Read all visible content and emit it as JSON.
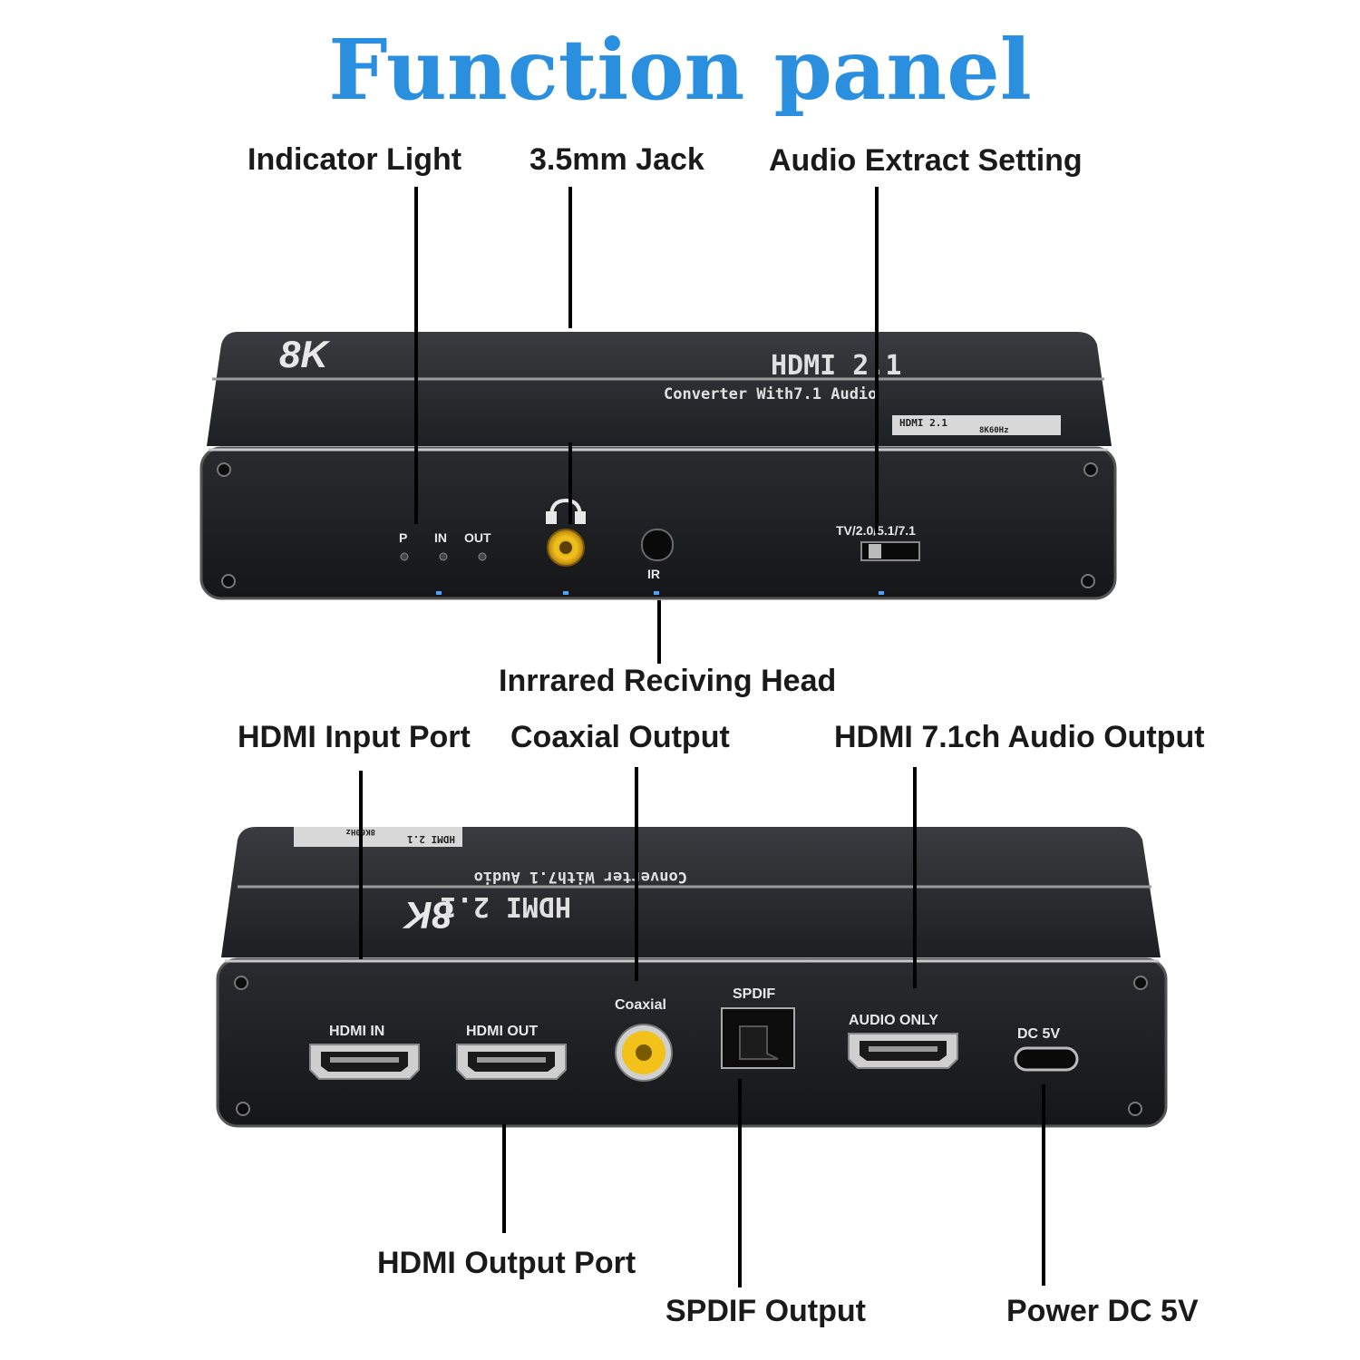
{
  "title": "Function panel",
  "callouts": {
    "indicator_light": "Indicator Light",
    "jack_35mm": "3.5mm Jack",
    "audio_extract_setting": "Audio Extract Setting",
    "infrared_head": "Inrrared Reciving Head",
    "hdmi_input_port": "HDMI Input Port",
    "coaxial_output": "Coaxial Output",
    "hdmi_71_audio_output": "HDMI 7.1ch Audio Output",
    "hdmi_output_port": "HDMI Output Port",
    "spdif_output": "SPDIF Output",
    "power_dc5v": "Power DC 5V"
  },
  "front_panel": {
    "brand_badge": "8K",
    "model": "HDMI 2.1",
    "subtitle": "Converter With7.1 Audio",
    "logo_line1": "HDMI 2.1",
    "logo_line2": "8K60Hz",
    "led_p": "P",
    "led_in": "IN",
    "led_out": "OUT",
    "ir_label": "IR",
    "switch_label": "TV/2.0/5.1/7.1"
  },
  "rear_panel": {
    "brand_badge": "8K",
    "model": "HDMI 2.1",
    "subtitle": "Converter With7.1 Audio",
    "logo_line1": "HDMI 2.1",
    "logo_line2": "8K60Hz",
    "hdmi_in": "HDMI IN",
    "hdmi_out": "HDMI OUT",
    "coaxial": "Coaxial",
    "spdif": "SPDIF",
    "audio_only": "AUDIO ONLY",
    "dc5v": "DC 5V"
  },
  "colors": {
    "title": "#2b8fe0",
    "device_body": "#232427",
    "device_top": "#2c2d31",
    "coax_yellow": "#f2c21b",
    "led_blue": "#4aa3ff"
  }
}
